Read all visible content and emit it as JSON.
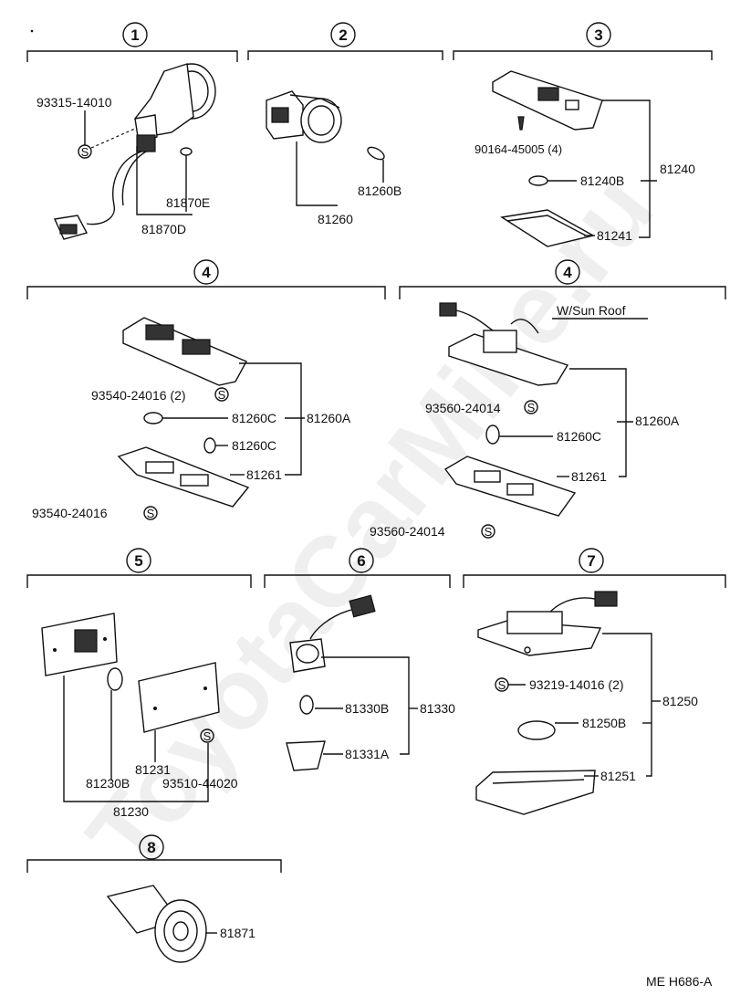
{
  "watermark": "ToyotaCarMine.ru",
  "diagram_code": "ME H686-A",
  "screw_symbol": "S",
  "sections": [
    {
      "number": "1",
      "labels": {
        "screw": "93315-14010",
        "bulb": "81870E",
        "assy": "81870D"
      }
    },
    {
      "number": "2",
      "labels": {
        "bulb": "81260B",
        "assy": "81260"
      }
    },
    {
      "number": "3",
      "labels": {
        "screw": "90164-45005 (4)",
        "bulb": "81240B",
        "assy": "81240",
        "lens": "81241"
      }
    },
    {
      "number": "4",
      "labels": {
        "screw_top": "93540-24016 (2)",
        "bulb_a": "81260C",
        "assy": "81260A",
        "bulb_b": "81260C",
        "lens": "81261",
        "screw_bottom": "93540-24016"
      }
    },
    {
      "number": "4",
      "subtitle": "W/Sun Roof",
      "labels": {
        "screw_top": "93560-24014",
        "bulb": "81260C",
        "assy": "81260A",
        "lens": "81261",
        "screw_bottom": "93560-24014"
      }
    },
    {
      "number": "5",
      "labels": {
        "lens": "81231",
        "bulb": "81230B",
        "screw": "93510-44020",
        "assy": "81230"
      }
    },
    {
      "number": "6",
      "labels": {
        "bulb": "81330B",
        "assy": "81330",
        "socket": "81331A"
      }
    },
    {
      "number": "7",
      "labels": {
        "screw": "93219-14016 (2)",
        "assy": "81250",
        "bulb": "81250B",
        "lens": "81251"
      }
    },
    {
      "number": "8",
      "labels": {
        "assy": "81871"
      }
    }
  ]
}
